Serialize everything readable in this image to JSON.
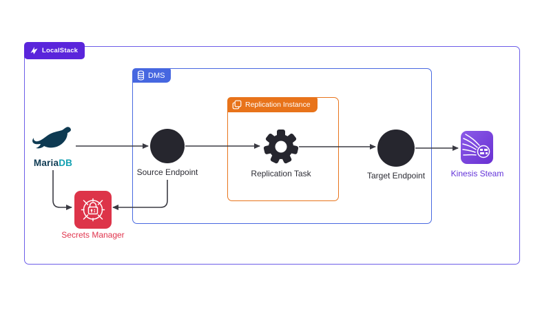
{
  "diagram": {
    "localstack": {
      "label": "LocalStack"
    },
    "dms": {
      "label": "DMS"
    },
    "replication_instance": {
      "label": "Replication Instance"
    },
    "nodes": {
      "mariadb": {
        "label_part1": "Maria",
        "label_part2": "DB"
      },
      "source_endpoint": {
        "label": "Source Endpoint"
      },
      "replication_task": {
        "label": "Replication Task"
      },
      "target_endpoint": {
        "label": "Target Endpoint"
      },
      "kinesis": {
        "label": "Kinesis Steam"
      },
      "secrets_manager": {
        "label": "Secrets Manager"
      }
    },
    "colors": {
      "localstack_badge_purple": "#5A25DB",
      "outer_border_violet": "#6B5CE8",
      "dms_blue": "#4667E0",
      "replication_orange": "#E8731A",
      "secrets_red": "#DD3449",
      "secrets_label_red": "#E0334C",
      "kinesis_purple_light": "#8B5BE8",
      "kinesis_purple_dark": "#6930D2",
      "kinesis_label_purple": "#6333D9",
      "node_dark": "#26262E",
      "arrow_dark": "#3A3A42",
      "mariadb_navy": "#0E3A52",
      "mariadb_teal": "#11A0B1"
    }
  }
}
